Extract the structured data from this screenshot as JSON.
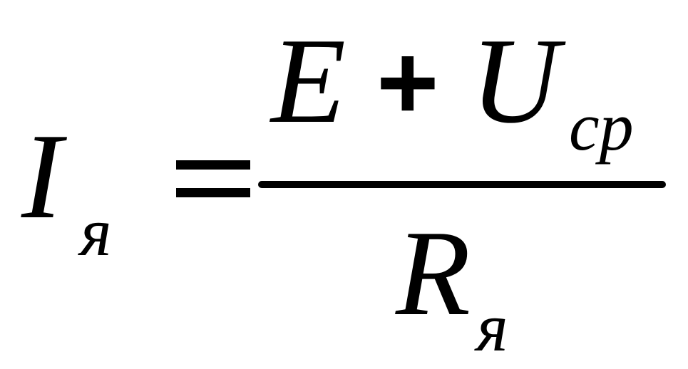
{
  "formula": {
    "lhs": {
      "symbol": "I",
      "subscript": "я"
    },
    "equals": "=",
    "numerator": {
      "term1": "E",
      "operator": "+",
      "term2": "U",
      "term2_subscript": "ср"
    },
    "denominator": {
      "symbol": "R",
      "subscript": "я"
    }
  }
}
